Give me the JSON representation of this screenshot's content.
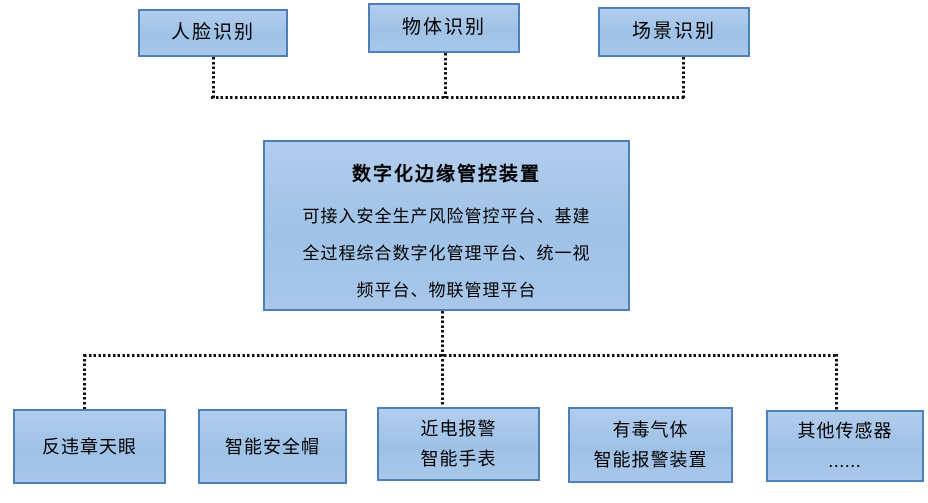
{
  "top_nodes": [
    {
      "label": "人脸识别"
    },
    {
      "label": "物体识别"
    },
    {
      "label": "场景识别"
    }
  ],
  "center_node": {
    "title": "数字化边缘管控装置",
    "body_lines": [
      "可接入安全生产风险管控平台、基建",
      "全过程综合数字化管理平台、统一视",
      "频平台、物联管理平台"
    ]
  },
  "bottom_nodes": [
    {
      "lines": [
        "反违章天眼"
      ]
    },
    {
      "lines": [
        "智能安全帽"
      ]
    },
    {
      "lines": [
        "近电报警",
        "智能手表"
      ]
    },
    {
      "lines": [
        "有毒气体",
        "智能报警装置"
      ]
    },
    {
      "lines": [
        "其他传感器",
        "......"
      ]
    }
  ],
  "colors": {
    "node_fill": "#9ec2e6",
    "node_fill_light": "#b3cdee",
    "node_border": "#4d7fb8",
    "connector": "#111111",
    "text": "#000000",
    "background": "#ffffff"
  }
}
